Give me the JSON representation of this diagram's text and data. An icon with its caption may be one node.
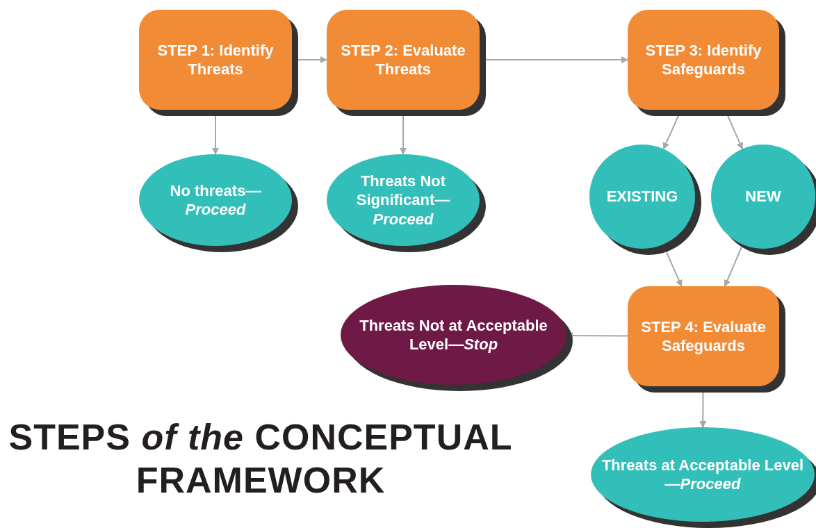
{
  "diagram": {
    "title": "STEPS *of the* CONCEPTUAL FRAMEWORK",
    "nodes": [
      {
        "text": [
          "STEP 1: Identify Threats"
        ]
      },
      {
        "text": [
          "STEP 2: Evaluate Threats"
        ]
      },
      {
        "text": [
          "STEP 3: Identify Safeguards"
        ]
      },
      {
        "text": [
          "No threats—*Proceed*"
        ]
      },
      {
        "text": [
          "Threats Not Significant—*Proceed*"
        ]
      },
      {
        "text": [
          "EXISTING"
        ]
      },
      {
        "text": [
          "NEW"
        ]
      },
      {
        "text": [
          "STEP 4: Evaluate Safeguards"
        ]
      },
      {
        "text": [
          "Threats Not at Acceptable Level—*Stop*"
        ]
      },
      {
        "text": [
          "Threats at Acceptable Level—*Proceed*"
        ]
      }
    ],
    "edges": [
      {
        "from": 0,
        "to": 1,
        "arrow": "to"
      },
      {
        "from": 1,
        "to": 2,
        "arrow": "to"
      },
      {
        "from": 0,
        "to": 3,
        "arrow": "to"
      },
      {
        "from": 1,
        "to": 4,
        "arrow": "to"
      },
      {
        "from": 2,
        "to": 5,
        "arrow": "to"
      },
      {
        "from": 2,
        "to": 6,
        "arrow": "to"
      },
      {
        "from": 5,
        "to": 7,
        "arrow": "to"
      },
      {
        "from": 6,
        "to": 7,
        "arrow": "to"
      },
      {
        "from": 7,
        "to": 8,
        "arrow": "to"
      },
      {
        "from": 7,
        "to": 9,
        "arrow": "to"
      }
    ]
  }
}
